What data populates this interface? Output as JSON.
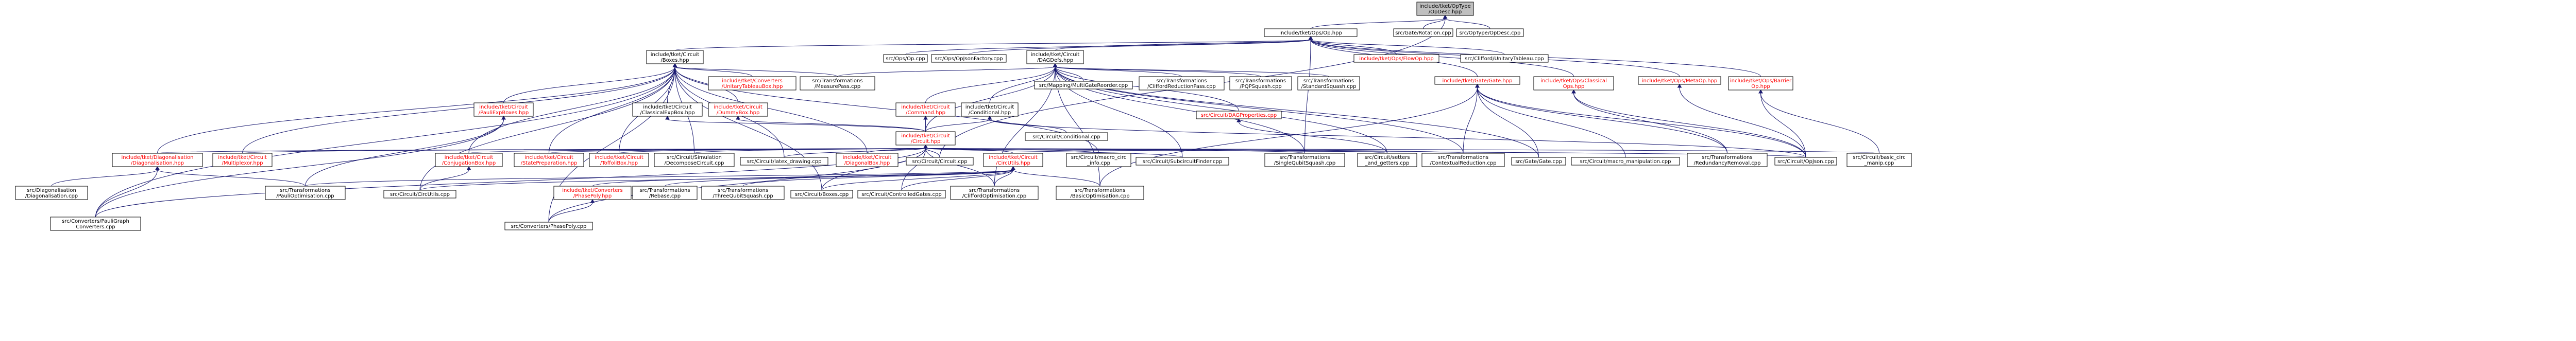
{
  "graph": {
    "colors": {
      "root_fill": "#bfbfbf",
      "node_fill": "#ffffff",
      "node_stroke": "#000000",
      "link_text": "#000000",
      "missing_text": "#ff0000",
      "edge": "#191970"
    },
    "nodes": [
      {
        "id": "root",
        "lines": [
          "include/tket/OpType",
          "/OpDesc.hpp"
        ],
        "kind": "root"
      },
      {
        "id": "op_hpp",
        "lines": [
          "include/tket/Ops/Op.hpp"
        ],
        "kind": "link"
      },
      {
        "id": "gate_rotation",
        "lines": [
          "src/Gate/Rotation.cpp"
        ],
        "kind": "link"
      },
      {
        "id": "optype_opdesc",
        "lines": [
          "src/OpType/OpDesc.cpp"
        ],
        "kind": "link"
      },
      {
        "id": "boxes_hpp",
        "lines": [
          "include/tket/Circuit",
          "/Boxes.hpp"
        ],
        "kind": "link"
      },
      {
        "id": "ops_op_cpp",
        "lines": [
          "src/Ops/Op.cpp"
        ],
        "kind": "link"
      },
      {
        "id": "ops_opjson",
        "lines": [
          "src/Ops/OpJsonFactory.cpp"
        ],
        "kind": "link"
      },
      {
        "id": "dag_defs",
        "lines": [
          "include/tket/Circuit",
          "/DAGDefs.hpp"
        ],
        "kind": "link"
      },
      {
        "id": "flowop",
        "lines": [
          "include/tket/Ops/FlowOp.hpp"
        ],
        "kind": "missing"
      },
      {
        "id": "clifford_unitary",
        "lines": [
          "src/Clifford/UnitaryTableau.cpp"
        ],
        "kind": "link"
      },
      {
        "id": "meas_ratio",
        "lines": [
          "src/Transformations",
          "/MeasurePass.cpp"
        ],
        "kind": "link"
      },
      {
        "id": "multigate",
        "lines": [
          "src/Mapping/MultiGateReorder.cpp"
        ],
        "kind": "link"
      },
      {
        "id": "clifford_red",
        "lines": [
          "src/Transformations",
          "/CliffordReductionPass.cpp"
        ],
        "kind": "link"
      },
      {
        "id": "pqp",
        "lines": [
          "src/Transformations",
          "/PQPSquash.cpp"
        ],
        "kind": "link"
      },
      {
        "id": "std_squash",
        "lines": [
          "src/Transformations",
          "/StandardSquash.cpp"
        ],
        "kind": "link"
      },
      {
        "id": "gate_hpp",
        "lines": [
          "include/tket/Gate/Gate.hpp"
        ],
        "kind": "missing"
      },
      {
        "id": "classical_op",
        "lines": [
          "include/tket/Ops/Classical",
          "Ops.hpp"
        ],
        "kind": "missing"
      },
      {
        "id": "meta_op",
        "lines": [
          "include/tket/Ops/MetaOp.hpp"
        ],
        "kind": "missing"
      },
      {
        "id": "barrier_op",
        "lines": [
          "include/tket/Ops/Barrier",
          "Op.hpp"
        ],
        "kind": "missing"
      },
      {
        "id": "conv_unitary",
        "lines": [
          "include/tket/Converters",
          "/UnitaryTableauBox.hpp"
        ],
        "kind": "missing"
      },
      {
        "id": "pauliexp",
        "lines": [
          "include/tket/Circuit",
          "/PauliExpBoxes.hpp"
        ],
        "kind": "missing"
      },
      {
        "id": "classical_exp",
        "lines": [
          "include/tket/Circuit",
          "/ClassicalExpBox.hpp"
        ],
        "kind": "link"
      },
      {
        "id": "dummy_box",
        "lines": [
          "include/tket/Circuit",
          "/DummyBox.hpp"
        ],
        "kind": "missing"
      },
      {
        "id": "command_hpp",
        "lines": [
          "include/tket/Circuit",
          "/Command.hpp"
        ],
        "kind": "missing"
      },
      {
        "id": "conditional_hpp",
        "lines": [
          "include/tket/Circuit",
          "/Conditional.hpp"
        ],
        "kind": "link"
      },
      {
        "id": "dag_props",
        "lines": [
          "src/Circuit/DAGProperties.cpp"
        ],
        "kind": "missing"
      },
      {
        "id": "circuit_hpp",
        "lines": [
          "include/tket/Circuit",
          "/Circuit.hpp"
        ],
        "kind": "missing"
      },
      {
        "id": "conditional_cpp",
        "lines": [
          "src/Circuit/Conditional.cpp"
        ],
        "kind": "link"
      },
      {
        "id": "diag_hpp",
        "lines": [
          "include/tket/Diagonalisation",
          "/Diagonalisation.hpp"
        ],
        "kind": "missing"
      },
      {
        "id": "multiplexor",
        "lines": [
          "include/tket/Circuit",
          "/Multiplexor.hpp"
        ],
        "kind": "missing"
      },
      {
        "id": "conj_box",
        "lines": [
          "include/tket/Circuit",
          "/ConjugationBox.hpp"
        ],
        "kind": "missing"
      },
      {
        "id": "state_prep",
        "lines": [
          "include/tket/Circuit",
          "/StatePreparation.hpp"
        ],
        "kind": "missing"
      },
      {
        "id": "toffoli",
        "lines": [
          "include/tket/Circuit",
          "/ToffoliBox.hpp"
        ],
        "kind": "missing"
      },
      {
        "id": "sim_decomp",
        "lines": [
          "src/Circuit/Simulation",
          "/DecomposeCircuit.cpp"
        ],
        "kind": "link"
      },
      {
        "id": "latex",
        "lines": [
          "src/Circuit/latex_drawing.cpp"
        ],
        "kind": "link"
      },
      {
        "id": "diag_box",
        "lines": [
          "include/tket/Circuit",
          "/DiagonalBox.hpp"
        ],
        "kind": "missing"
      },
      {
        "id": "circuit_cpp",
        "lines": [
          "src/Circuit/Circuit.cpp"
        ],
        "kind": "link"
      },
      {
        "id": "circutils_hpp",
        "lines": [
          "include/tket/Circuit",
          "/CircUtils.hpp"
        ],
        "kind": "missing"
      },
      {
        "id": "macro_circ",
        "lines": [
          "src/Circuit/macro_circ",
          "_info.cpp"
        ],
        "kind": "link"
      },
      {
        "id": "subcircuit",
        "lines": [
          "src/Circuit/SubcircuitFinder.cpp"
        ],
        "kind": "link"
      },
      {
        "id": "single_qubit",
        "lines": [
          "src/Transformations",
          "/SingleQubitSquash.cpp"
        ],
        "kind": "link"
      },
      {
        "id": "setters",
        "lines": [
          "src/Circuit/setters",
          "_and_getters.cpp"
        ],
        "kind": "link"
      },
      {
        "id": "contextual",
        "lines": [
          "src/Transformations",
          "/ContextualReduction.cpp"
        ],
        "kind": "link"
      },
      {
        "id": "gate_cpp",
        "lines": [
          "src/Gate/Gate.cpp"
        ],
        "kind": "link"
      },
      {
        "id": "macro_manip",
        "lines": [
          "src/Circuit/macro_manipulation.cpp"
        ],
        "kind": "link"
      },
      {
        "id": "redundancy",
        "lines": [
          "src/Transformations",
          "/RedundancyRemoval.cpp"
        ],
        "kind": "link"
      },
      {
        "id": "op_group",
        "lines": [
          "src/Circuit/OpJson.cpp"
        ],
        "kind": "link"
      },
      {
        "id": "basic_circ",
        "lines": [
          "src/Circuit/basic_circ",
          "_manip.cpp"
        ],
        "kind": "link"
      },
      {
        "id": "diag_cpp",
        "lines": [
          "src/Diagonalisation",
          "/Diagonalisation.cpp"
        ],
        "kind": "link"
      },
      {
        "id": "rebase",
        "lines": [
          "src/Transformations",
          "/PauliOptimisation.cpp"
        ],
        "kind": "link"
      },
      {
        "id": "circutils_cpp",
        "lines": [
          "src/Circuit/CircUtils.cpp"
        ],
        "kind": "link"
      },
      {
        "id": "conv_phasepoly",
        "lines": [
          "include/tket/Converters",
          "/PhasePoly.hpp"
        ],
        "kind": "missing"
      },
      {
        "id": "rebase2",
        "lines": [
          "src/Transformations",
          "/Rebase.cpp"
        ],
        "kind": "link"
      },
      {
        "id": "three_qubit",
        "lines": [
          "src/Transformations",
          "/ThreeQubitSquash.cpp"
        ],
        "kind": "link"
      },
      {
        "id": "boxes_cpp",
        "lines": [
          "src/Circuit/Boxes.cpp"
        ],
        "kind": "link"
      },
      {
        "id": "controlled",
        "lines": [
          "src/Circuit/ControlledGates.cpp"
        ],
        "kind": "link"
      },
      {
        "id": "clifford_opt",
        "lines": [
          "src/Transformations",
          "/CliffordOptimisation.cpp"
        ],
        "kind": "link"
      },
      {
        "id": "basic_opt",
        "lines": [
          "src/Transformations",
          "/BasicOptimisation.cpp"
        ],
        "kind": "link"
      },
      {
        "id": "pauli_graph",
        "lines": [
          "src/Converters/PauliGraph",
          "Converters.cpp"
        ],
        "kind": "link"
      },
      {
        "id": "phasepoly_cpp",
        "lines": [
          "src/Converters/PhasePoly.cpp"
        ],
        "kind": "link"
      }
    ],
    "edges": [
      [
        "op_hpp",
        "root"
      ],
      [
        "gate_rotation",
        "root"
      ],
      [
        "optype_opdesc",
        "root"
      ],
      [
        "boxes_hpp",
        "op_hpp"
      ],
      [
        "ops_op_cpp",
        "op_hpp"
      ],
      [
        "ops_opjson",
        "op_hpp"
      ],
      [
        "dag_defs",
        "op_hpp"
      ],
      [
        "flowop",
        "op_hpp"
      ],
      [
        "clifford_unitary",
        "op_hpp"
      ],
      [
        "gate_hpp",
        "op_hpp"
      ],
      [
        "classical_op",
        "op_hpp"
      ],
      [
        "meta_op",
        "op_hpp"
      ],
      [
        "barrier_op",
        "op_hpp"
      ],
      [
        "circuit_cpp",
        "root"
      ],
      [
        "single_qubit",
        "op_hpp"
      ],
      [
        "conv_unitary",
        "boxes_hpp"
      ],
      [
        "pauliexp",
        "boxes_hpp"
      ],
      [
        "classical_exp",
        "boxes_hpp"
      ],
      [
        "dummy_box",
        "boxes_hpp"
      ],
      [
        "diag_hpp",
        "boxes_hpp"
      ],
      [
        "multiplexor",
        "boxes_hpp"
      ],
      [
        "conj_box",
        "boxes_hpp"
      ],
      [
        "state_prep",
        "boxes_hpp"
      ],
      [
        "toffoli",
        "boxes_hpp"
      ],
      [
        "diag_box",
        "boxes_hpp"
      ],
      [
        "meas_ratio",
        "boxes_hpp"
      ],
      [
        "boxes_cpp",
        "boxes_hpp"
      ],
      [
        "circutils_cpp",
        "boxes_hpp"
      ],
      [
        "pauli_graph",
        "boxes_hpp"
      ],
      [
        "sim_decomp",
        "boxes_hpp"
      ],
      [
        "latex",
        "boxes_hpp"
      ],
      [
        "phasepoly_cpp",
        "boxes_hpp"
      ],
      [
        "macro_circ",
        "boxes_hpp"
      ],
      [
        "meas_ratio",
        "dag_defs"
      ],
      [
        "multigate",
        "dag_defs"
      ],
      [
        "clifford_red",
        "dag_defs"
      ],
      [
        "pqp",
        "dag_defs"
      ],
      [
        "std_squash",
        "dag_defs"
      ],
      [
        "command_hpp",
        "dag_defs"
      ],
      [
        "conditional_hpp",
        "dag_defs"
      ],
      [
        "dag_props",
        "dag_defs"
      ],
      [
        "circuit_hpp",
        "dag_defs"
      ],
      [
        "subcircuit",
        "dag_defs"
      ],
      [
        "setters",
        "dag_defs"
      ],
      [
        "contextual",
        "dag_defs"
      ],
      [
        "gate_cpp",
        "dag_defs"
      ],
      [
        "basic_opt",
        "dag_defs"
      ],
      [
        "clifford_opt",
        "dag_defs"
      ],
      [
        "single_qubit",
        "dag_defs"
      ],
      [
        "circuit_hpp",
        "command_hpp"
      ],
      [
        "circuit_hpp",
        "conditional_hpp"
      ],
      [
        "conditional_cpp",
        "conditional_hpp"
      ],
      [
        "circuit_hpp",
        "classical_exp"
      ],
      [
        "circuit_hpp",
        "dummy_box"
      ],
      [
        "op_group",
        "conditional_hpp"
      ],
      [
        "diag_hpp",
        "circuit_hpp"
      ],
      [
        "multiplexor",
        "circuit_hpp"
      ],
      [
        "conj_box",
        "circuit_hpp"
      ],
      [
        "state_prep",
        "circuit_hpp"
      ],
      [
        "toffoli",
        "circuit_hpp"
      ],
      [
        "sim_decomp",
        "circuit_hpp"
      ],
      [
        "latex",
        "circuit_hpp"
      ],
      [
        "diag_box",
        "circuit_hpp"
      ],
      [
        "circuit_cpp",
        "circuit_hpp"
      ],
      [
        "circutils_hpp",
        "circuit_hpp"
      ],
      [
        "macro_circ",
        "circuit_hpp"
      ],
      [
        "subcircuit",
        "circuit_hpp"
      ],
      [
        "single_qubit",
        "circuit_hpp"
      ],
      [
        "setters",
        "circuit_hpp"
      ],
      [
        "contextual",
        "circuit_hpp"
      ],
      [
        "op_group",
        "circuit_hpp"
      ],
      [
        "basic_circ",
        "circuit_hpp"
      ],
      [
        "clifford_opt",
        "circuit_hpp"
      ],
      [
        "boxes_cpp",
        "circuit_hpp"
      ],
      [
        "controlled",
        "circuit_hpp"
      ],
      [
        "setters",
        "dag_props"
      ],
      [
        "gate_cpp",
        "gate_hpp"
      ],
      [
        "macro_manip",
        "gate_hpp"
      ],
      [
        "redundancy",
        "gate_hpp"
      ],
      [
        "op_group",
        "gate_hpp"
      ],
      [
        "basic_opt",
        "gate_hpp"
      ],
      [
        "contextual",
        "gate_hpp"
      ],
      [
        "redundancy",
        "classical_op"
      ],
      [
        "op_group",
        "classical_op"
      ],
      [
        "op_group",
        "meta_op"
      ],
      [
        "basic_circ",
        "barrier_op"
      ],
      [
        "op_group",
        "barrier_op"
      ],
      [
        "diag_cpp",
        "diag_hpp"
      ],
      [
        "pauli_graph",
        "diag_hpp"
      ],
      [
        "rebase",
        "diag_hpp"
      ],
      [
        "circutils_cpp",
        "conj_box"
      ],
      [
        "rebase",
        "circutils_hpp"
      ],
      [
        "circutils_cpp",
        "circutils_hpp"
      ],
      [
        "conv_phasepoly",
        "circutils_hpp"
      ],
      [
        "rebase2",
        "circutils_hpp"
      ],
      [
        "three_qubit",
        "circutils_hpp"
      ],
      [
        "boxes_cpp",
        "circutils_hpp"
      ],
      [
        "controlled",
        "circutils_hpp"
      ],
      [
        "clifford_opt",
        "circutils_hpp"
      ],
      [
        "basic_opt",
        "circutils_hpp"
      ],
      [
        "phasepoly_cpp",
        "conv_phasepoly"
      ],
      [
        "pauli_graph",
        "pauliexp"
      ],
      [
        "rebase",
        "pauliexp"
      ],
      [
        "phasepoly_cpp",
        "circuit_hpp"
      ],
      [
        "pauli_graph",
        "circuit_hpp"
      ]
    ]
  }
}
